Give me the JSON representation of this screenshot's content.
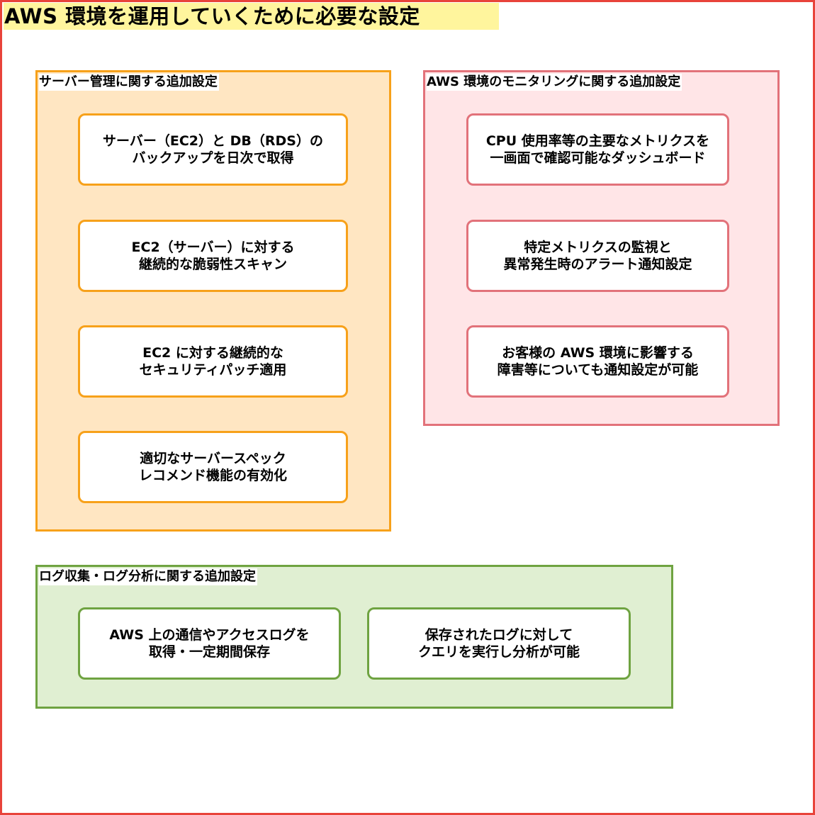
{
  "title": "AWS 環境を運用していくために必要な設定",
  "colors": {
    "frame": "#e8433a",
    "title_highlight": "#fff59d",
    "server_fill": "#ffe6c2",
    "server_stroke": "#f7a11a",
    "monitor_fill": "#ffe5e7",
    "monitor_stroke": "#e2727a",
    "log_fill": "#e0efd2",
    "log_stroke": "#6fa341"
  },
  "groups": {
    "server": {
      "label": "サーバー管理に関する追加設定",
      "items": [
        "サーバー（EC2）と DB（RDS）の\nバックアップを日次で取得",
        "EC2（サーバー）に対する\n継続的な脆弱性スキャン",
        "EC2 に対する継続的な\nセキュリティパッチ適用",
        "適切なサーバースペック\nレコメンド機能の有効化"
      ]
    },
    "monitoring": {
      "label": "AWS 環境のモニタリングに関する追加設定",
      "items": [
        "CPU 使用率等の主要なメトリクスを\n一画面で確認可能なダッシュボード",
        "特定メトリクスの監視と\n異常発生時のアラート通知設定",
        "お客様の AWS 環境に影響する\n障害等についても通知設定が可能"
      ]
    },
    "logs": {
      "label": "ログ収集・ログ分析に関する追加設定",
      "items": [
        "AWS 上の通信やアクセスログを\n取得・一定期間保存",
        "保存されたログに対して\nクエリを実行し分析が可能"
      ]
    }
  }
}
